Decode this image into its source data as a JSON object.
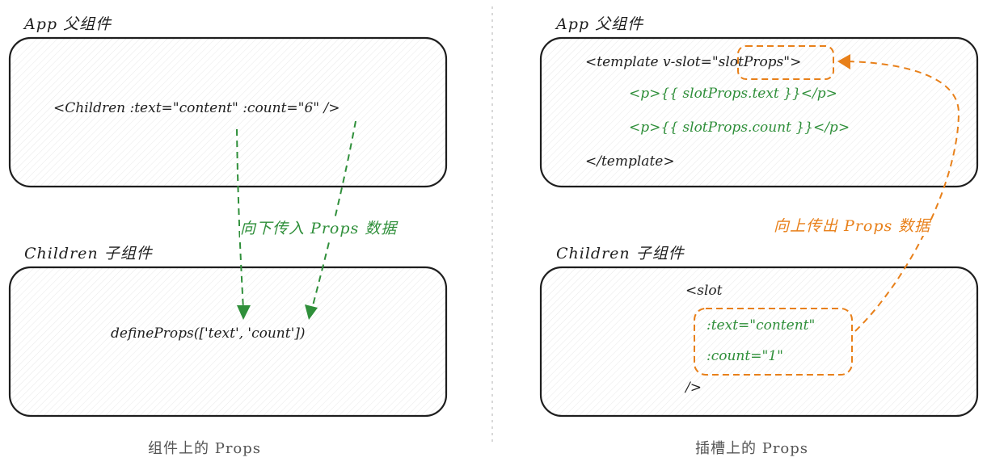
{
  "left": {
    "parent_label": "App 父组件",
    "parent_code": "<Children :text=\"content\" :count=\"6\" />",
    "child_label": "Children 子组件",
    "child_code": "defineProps(['text', 'count'])",
    "arrow_label": "向下传入 Props 数据",
    "caption": "组件上的 Props"
  },
  "right": {
    "parent_label": "App 父组件",
    "template_open": "<template v-slot=",
    "slot_props": "\"slotProps\"",
    "template_open_end": ">",
    "line_text": "<p>{{ slotProps.text }}</p>",
    "line_count": "<p>{{ slotProps.count }}</p>",
    "template_close": "</template>",
    "child_label": "Children 子组件",
    "slot_open": "<slot",
    "attr_text": ":text=\"content\"",
    "attr_count": ":count=\"1\"",
    "slot_close": "/>",
    "arrow_label": "向上传出 Props 数据",
    "caption": "插槽上的 Props"
  },
  "colors": {
    "green": "#2f8f3a",
    "orange": "#e8801a",
    "stroke": "#1e1e1e",
    "divider": "#bdbdbd"
  }
}
